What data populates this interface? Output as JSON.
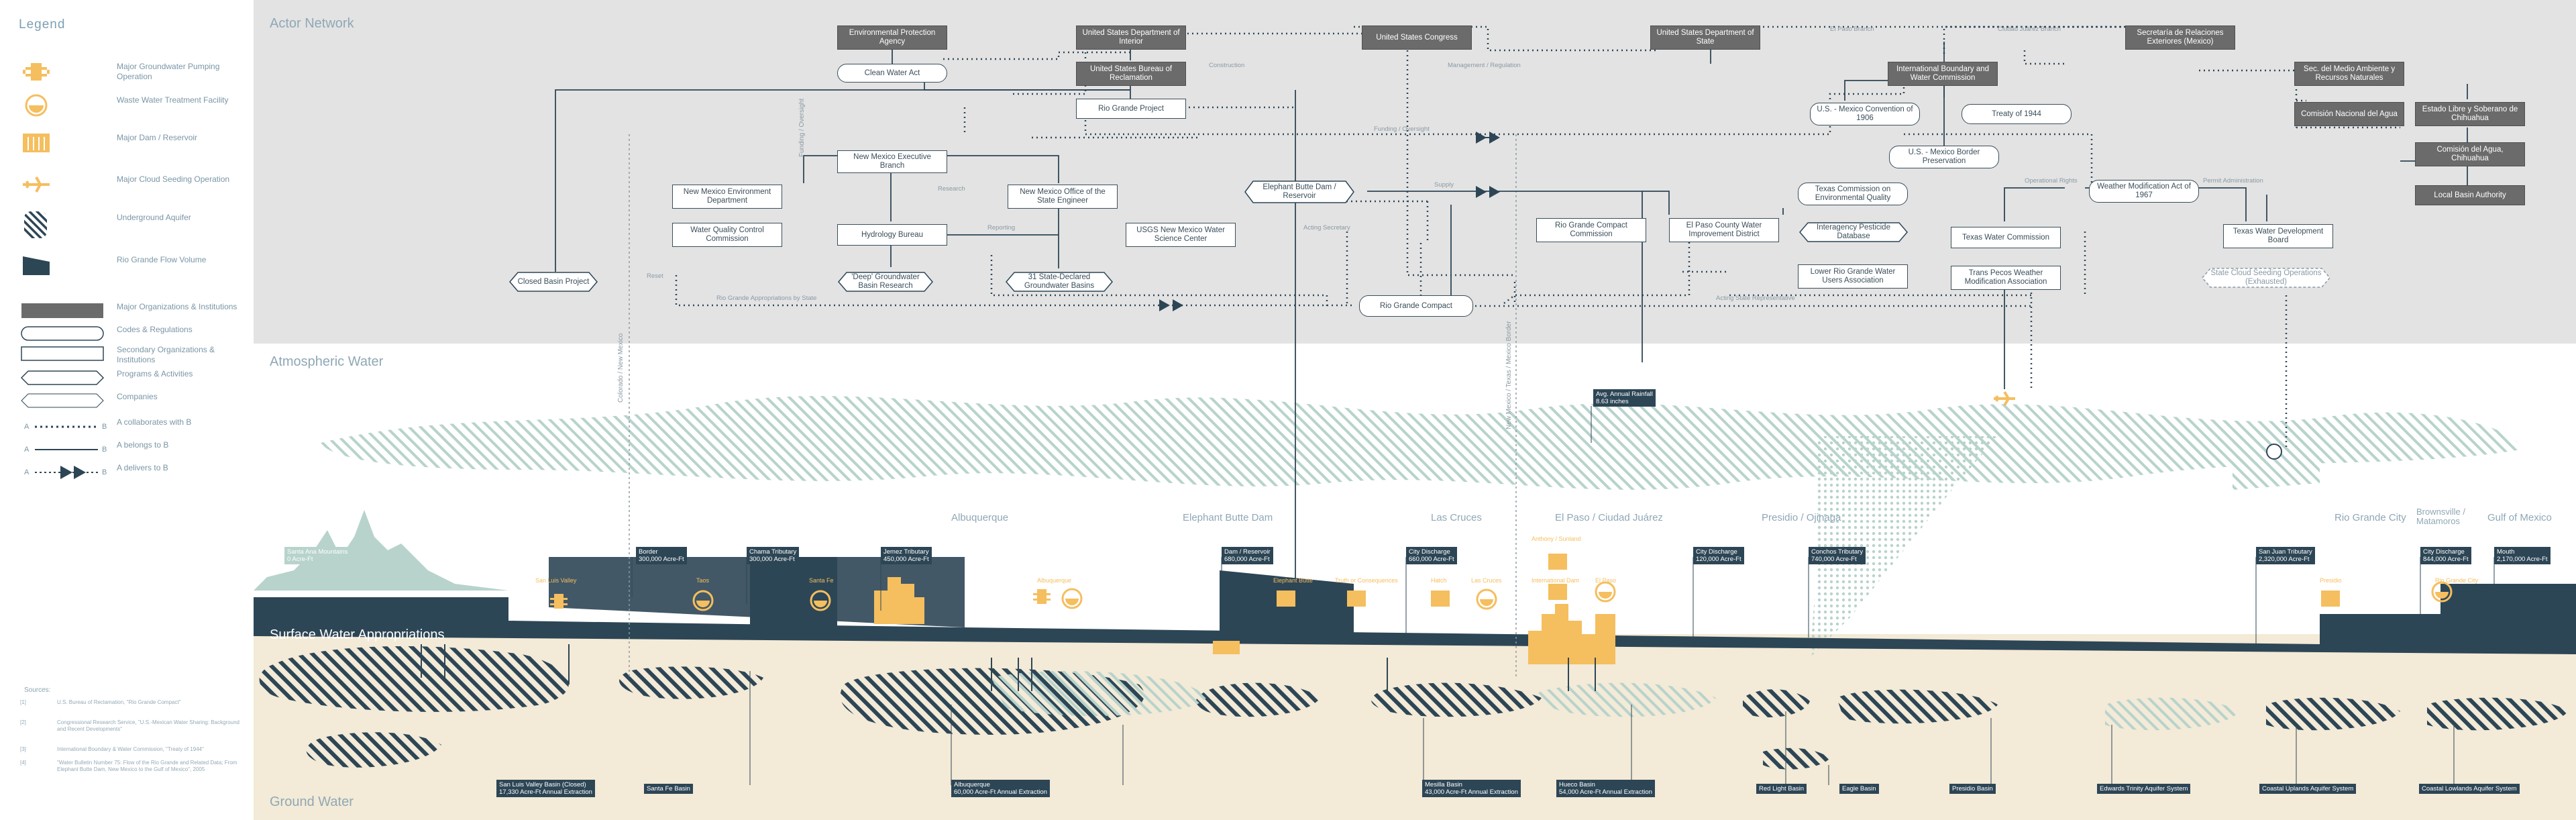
{
  "legend": {
    "title": "Legend",
    "items": [
      {
        "label": "Major Groundwater Pumping Operation"
      },
      {
        "label": "Waste Water Treatment Facility"
      },
      {
        "label": "Major Dam / Reservoir"
      },
      {
        "label": "Major Cloud Seeding Operation"
      },
      {
        "label": "Underground Aquifer"
      },
      {
        "label": "Rio Grande Flow Volume"
      },
      {
        "label": "Major Organizations & Institutions"
      },
      {
        "label": "Codes & Regulations"
      },
      {
        "label": "Secondary Organizations & Institutions"
      },
      {
        "label": "Programs & Activities"
      },
      {
        "label": "Companies"
      },
      {
        "label": "A collaborates with B",
        "a": "A",
        "b": "B"
      },
      {
        "label": "A belongs to B",
        "a": "A",
        "b": "B"
      },
      {
        "label": "A delivers to B",
        "a": "A",
        "b": "B"
      }
    ],
    "sources_title": "Sources:",
    "sources": [
      {
        "num": "[1]",
        "text": "U.S. Bureau of Reclamation, \"Rio Grande Compact\""
      },
      {
        "num": "[2]",
        "text": "Congressional Research Service, \"U.S.-Mexican Water Sharing: Background and Recent Developments\""
      },
      {
        "num": "[3]",
        "text": "International Boundary & Water Commission, \"Treaty of 1944\""
      },
      {
        "num": "[4]",
        "text": "\"Water Bulletin Number 75: Flow of the Rio Grande and Related Data; From Elephant Butte Dam, New Mexico to the Gulf of Mexico\", 2005"
      }
    ]
  },
  "sections": {
    "actor": "Actor Network",
    "atmospheric": "Atmospheric Water",
    "surface": "Surface Water Appropriations",
    "ground": "Ground Water"
  },
  "nodes": {
    "epa": "Environmental Protection Agency",
    "doi": "United States Department of Interior",
    "congress": "United States Congress",
    "dos": "United States Department of State",
    "sre": "Secretaría de Relaciones Exteriores (Mexico)",
    "clean_water": "Clean Water Act",
    "usbr": "United States Bureau of Reclamation",
    "rg_project": "Rio Grande Project",
    "ibwc": "International Boundary and Water Commission",
    "semarnat": "Sec. del Medio Ambiente y Recursos Naturales",
    "conagua": "Comisión Nacional del Agua",
    "chihuahua": "Estado Libre y Soberano de Chihuahua",
    "conv_1906": "U.S. - Mexico Convention of 1906",
    "treaty_1944": "Treaty of 1944",
    "jca": "Comisión del Agua, Chihuahua",
    "border_pres": "U.S. - Mexico Border Preservation",
    "local_basin": "Local Basin Authority",
    "nm_exec": "New Mexico Executive Branch",
    "nmed": "New Mexico Environment Department",
    "nmose": "New Mexico Office of the State Engineer",
    "ebd": "Elephant Butte Dam / Reservoir",
    "tceq": "Texas Commission on Environmental Quality",
    "wma": "Weather Modification Act of 1967",
    "wqcc": "Water Quality Control Commission",
    "hydro": "Hydrology Bureau",
    "usgs": "USGS New Mexico Water Science Center",
    "rgcc": "Rio Grande Compact Commission",
    "epcwid": "El Paso County Water Improvement District",
    "ipdb": "Interagency Pesticide Database",
    "twc": "Texas Water Commission",
    "twdb": "Texas Water Development Board",
    "deep_gw": "'Deep' Groundwater Basin Research",
    "declared": "31 State-Declared Groundwater Basins",
    "lrgwua": "Lower Rio Grande Water Users Association",
    "tpwma": "Trans Pecos Weather Modification Association",
    "cloud_seed": "State Cloud Seeding Operations (Exhausted)",
    "closed_basin": "Closed Basin Project",
    "rg_compact": "Rio Grande Compact"
  },
  "edge_labels": {
    "el_paso_branch": "El Paso Branch",
    "ciudad_juarez_branch": "Ciudad Juárez Branch",
    "construction": "Construction",
    "mgmt_reg": "Management / Regulation",
    "funding_oversight": "Funding / Oversight",
    "funding_oversight_v": "Funding / Oversight",
    "supply": "Supply",
    "research": "Research",
    "reporting": "Reporting",
    "acting_secretary": "Acting Secretary",
    "operational_rights": "Operational Rights",
    "permit_admin": "Permit Administration",
    "rg_approp": "Rio Grande Appropriations by State",
    "acting_state_rep": "Acting State Representative",
    "reset": "Reset"
  },
  "borders": {
    "colorado_nm": "Colorado / New Mexico",
    "nm_texas_mexico": "New Mexico / Texas / Mexico Border"
  },
  "atmo_tag": {
    "label": "Avg. Annual Rainfall",
    "value": "8.63 inches"
  },
  "cities": {
    "albuquerque": "Albuquerque",
    "ebd": "Elephant Butte Dam",
    "las_cruces": "Las Cruces",
    "elpaso": "El Paso / Ciudad Juárez",
    "presidio": "Presidio / Ojinaga",
    "rgc": "Rio Grande City",
    "brownsville": "Brownsville / Matamoros",
    "gulf": "Gulf of Mexico"
  },
  "flow_tags": [
    {
      "name": "Santa Ana Mountains",
      "value": "0 Acre-Ft",
      "pale": true
    },
    {
      "name": "Border",
      "value": "300,000 Acre-Ft"
    },
    {
      "name": "Chama Tributary",
      "value": "300,000 Acre-Ft"
    },
    {
      "name": "Jemez Tributary",
      "value": "450,000 Acre-Ft"
    },
    {
      "name": "Dam / Reservoir",
      "value": "680,000 Acre-Ft"
    },
    {
      "name": "City Discharge",
      "value": "660,000 Acre-Ft"
    },
    {
      "name": "City Discharge",
      "value": "120,000 Acre-Ft"
    },
    {
      "name": "Conchos Tributary",
      "value": "740,000 Acre-Ft"
    },
    {
      "name": "San Juan Tributary",
      "value": "2,320,000 Acre-Ft"
    },
    {
      "name": "City Discharge",
      "value": "844,000 Acre-Ft"
    },
    {
      "name": "Mouth",
      "value": "2,170,000 Acre-Ft"
    }
  ],
  "facility_labels": {
    "san_luis": "San Luis Valley",
    "taos": "Taos",
    "santa_fe": "Santa Fe",
    "albuquerque_wwt": "Albuquerque",
    "elephant_butte": "Elephant Butte",
    "truth_consequences": "Truth or Consequences",
    "hatch": "Hatch",
    "las_cruces": "Las Cruces",
    "anthony": "Anthony / Sunland",
    "international_dam": "International Dam",
    "el_paso": "El Paso",
    "presidio_f": "Presidio",
    "rio_grande_city_f": "Rio Grande City"
  },
  "basins": [
    {
      "name": "San Luis Valley Basin (Closed)",
      "value": "17,330 Acre-Ft Annual Extraction"
    },
    {
      "name": "Santa Fe Basin",
      "value": ""
    },
    {
      "name": "Albuquerque",
      "value": "60,000 Acre-Ft Annual Extraction"
    },
    {
      "name": "Mesilla Basin",
      "value": "43,000 Acre-Ft Annual Extraction"
    },
    {
      "name": "Hueco Basin",
      "value": "54,000 Acre-Ft Annual Extraction"
    },
    {
      "name": "Red Light Basin",
      "value": ""
    },
    {
      "name": "Eagle Basin",
      "value": ""
    },
    {
      "name": "Presidio Basin",
      "value": ""
    },
    {
      "name": "Edwards Trinity Aquifer System",
      "value": ""
    },
    {
      "name": "Coastal Uplands Aquifer System",
      "value": ""
    },
    {
      "name": "Coastal Lowlands Aquifer System",
      "value": ""
    }
  ],
  "colors": {
    "navy": "#2d4656",
    "orange": "#f5be5e",
    "mint": "#b7d3cc",
    "actor_bg": "#e3e3e3",
    "ground": "#f3ead7",
    "org_gray": "#6b6b6b"
  }
}
